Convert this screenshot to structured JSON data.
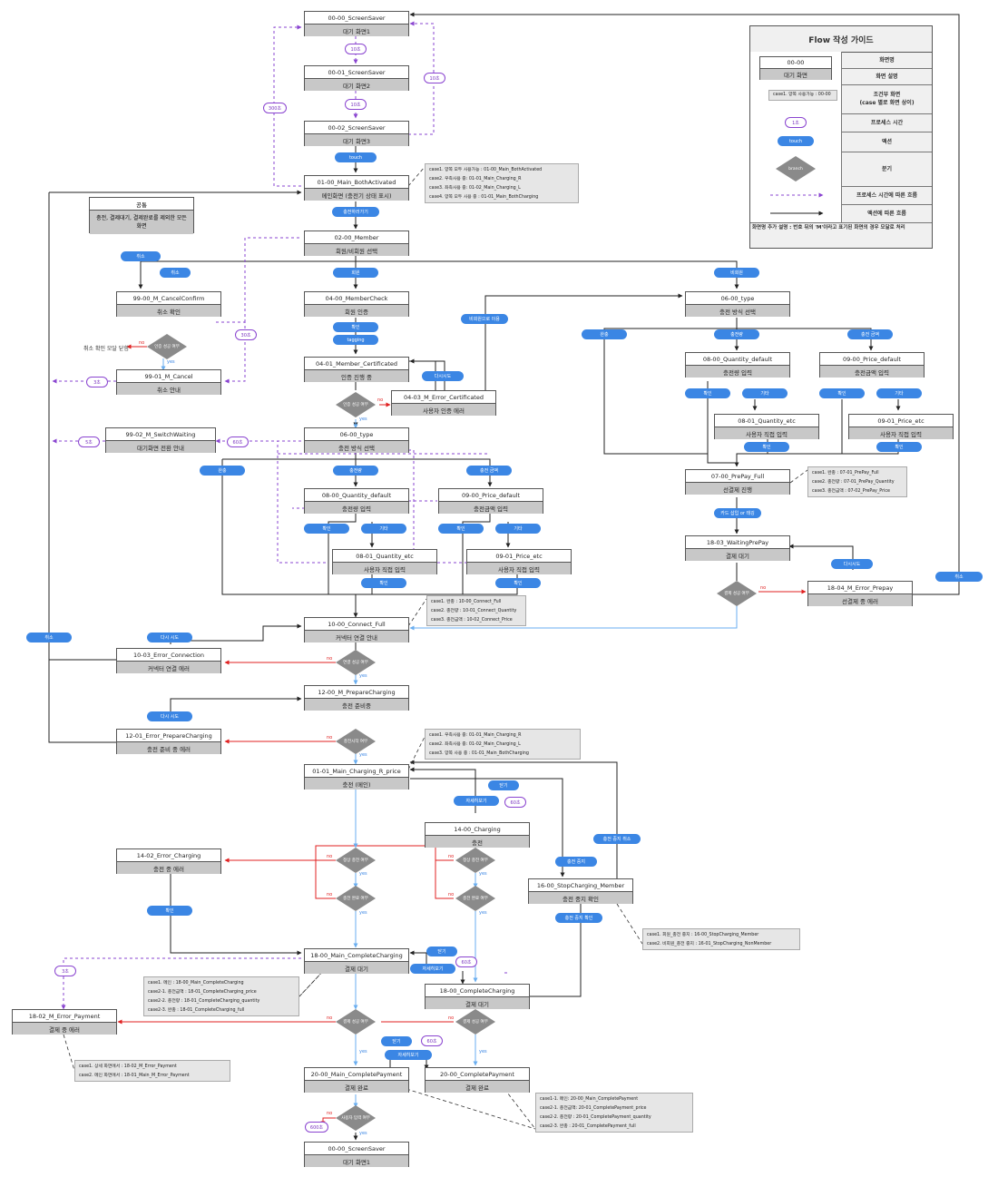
{
  "nodes": [
    {
      "id": "n_ss0",
      "code": "00-00_ScreenSaver",
      "desc": "대기 화면1"
    },
    {
      "id": "n_ss1",
      "code": "00-01_ScreenSaver",
      "desc": "대기 화면2"
    },
    {
      "id": "n_ss2",
      "code": "00-02_ScreenSaver",
      "desc": "대기 화면3"
    },
    {
      "id": "n_main",
      "code": "01-00_Main_BothActivated",
      "desc": "메인화면 (충전기 상태 표시)"
    },
    {
      "id": "n_member",
      "code": "02-00_Member",
      "desc": "회원/비회원 선택"
    },
    {
      "id": "n_cancelconfirm",
      "code": "99-00_M_CancelConfirm",
      "desc": "취소 확인"
    },
    {
      "id": "n_membercheck",
      "code": "04-00_MemberCheck",
      "desc": "회원 인증"
    },
    {
      "id": "n_type_nm",
      "code": "06-00_type",
      "desc": "충전 방식 선택"
    },
    {
      "id": "n_cancel",
      "code": "99-01_M_Cancel",
      "desc": "취소 안내"
    },
    {
      "id": "n_cert",
      "code": "04-01_Member_Certificated",
      "desc": "인증 진행 중"
    },
    {
      "id": "n_certerr",
      "code": "04-03_M_Error_Certificated",
      "desc": "사용자 인증 에러"
    },
    {
      "id": "n_qty_nm",
      "code": "08-00_Quantity_default",
      "desc": "충전량 입력"
    },
    {
      "id": "n_price_nm",
      "code": "09-00_Price_default",
      "desc": "충전금액 입력"
    },
    {
      "id": "n_qtyetc_nm",
      "code": "08-01_Quantity_etc",
      "desc": "사용자 직접 입력"
    },
    {
      "id": "n_priceetc_nm",
      "code": "09-01_Price_etc",
      "desc": "사용자 직접 입력"
    },
    {
      "id": "n_switch",
      "code": "99-02_M_SwitchWaiting",
      "desc": "대기화면 전환 안내"
    },
    {
      "id": "n_type_m",
      "code": "06-00_type",
      "desc": "충전 방식 선택"
    },
    {
      "id": "n_prepay",
      "code": "07-00_PrePay_Full",
      "desc": "선결제 진행"
    },
    {
      "id": "n_qty_m",
      "code": "08-00_Quantity_default",
      "desc": "충전량 입력"
    },
    {
      "id": "n_price_m",
      "code": "09-00_Price_default",
      "desc": "충전금액 입력"
    },
    {
      "id": "n_qtyetc_m",
      "code": "08-01_Quantity_etc",
      "desc": "사용자 직접 입력"
    },
    {
      "id": "n_priceetc_m",
      "code": "09-01_Price_etc",
      "desc": "사용자 직접 입력"
    },
    {
      "id": "n_waitprepay",
      "code": "18-03_WaitingPrePay",
      "desc": "결제 대기"
    },
    {
      "id": "n_prepayerr",
      "code": "18-04_M_Error_Prepay",
      "desc": "선결제 중 에러"
    },
    {
      "id": "n_connect",
      "code": "10-00_Connect_Full",
      "desc": "커넥터 연결 안내"
    },
    {
      "id": "n_connerr",
      "code": "10-03_Error_Connection",
      "desc": "커넥터 연결 에러"
    },
    {
      "id": "n_prepare",
      "code": "12-00_M_PrepareCharging",
      "desc": "충전 준비중"
    },
    {
      "id": "n_prepareerr",
      "code": "12-01_Error_PrepareCharging",
      "desc": "충전 준비 중 에러"
    },
    {
      "id": "n_mcharging",
      "code": "01-01_Main_Charging_R_price",
      "desc": "충전 (메인)"
    },
    {
      "id": "n_charging",
      "code": "14-00_Charging",
      "desc": "충전"
    },
    {
      "id": "n_chargeerr",
      "code": "14-02_Error_Charging",
      "desc": "충전 중 에러"
    },
    {
      "id": "n_stop",
      "code": "16-00_StopCharging_Member",
      "desc": "충전 중지 확인"
    },
    {
      "id": "n_mcomplete",
      "code": "18-00_Main_CompleteCharging",
      "desc": "결제 대기"
    },
    {
      "id": "n_complete",
      "code": "18-00_CompleteCharging",
      "desc": "결제 대기"
    },
    {
      "id": "n_payerr",
      "code": "18-02_M_Error_Payment",
      "desc": "결제 중 에러"
    },
    {
      "id": "n_mpaid",
      "code": "20-00_Main_CompletePayment",
      "desc": "결제 완료"
    },
    {
      "id": "n_paid",
      "code": "20-00_CompletePayment",
      "desc": "결제 완료"
    },
    {
      "id": "n_ss_end",
      "code": "00-00_ScreenSaver",
      "desc": "대기 화면1"
    }
  ],
  "cancel_box": {
    "title": "공통",
    "desc": "충전, 결제대기, 결제완료를 제외한 모든 화면"
  },
  "pills": [
    {
      "id": "p_touch",
      "text": "touch"
    },
    {
      "id": "p_charge_start",
      "text": "충전하러가기"
    },
    {
      "id": "p_cancel1",
      "text": "취소"
    },
    {
      "id": "p_cancel2",
      "text": "취소"
    },
    {
      "id": "p_member",
      "text": "회원"
    },
    {
      "id": "p_nonmember",
      "text": "비회원"
    },
    {
      "id": "p_confirm1",
      "text": "확인"
    },
    {
      "id": "p_tagging",
      "text": "tagging"
    },
    {
      "id": "p_retry1",
      "text": "다시시도"
    },
    {
      "id": "p_nonmember_use",
      "text": "비회원으로 이용"
    },
    {
      "id": "p_full1",
      "text": "완충"
    },
    {
      "id": "p_qty1",
      "text": "충전량"
    },
    {
      "id": "p_price1",
      "text": "충전 금액"
    },
    {
      "id": "p_ok_a",
      "text": "확인"
    },
    {
      "id": "p_etc_a",
      "text": "기타"
    },
    {
      "id": "p_ok_b",
      "text": "확인"
    },
    {
      "id": "p_etc_b",
      "text": "기타"
    },
    {
      "id": "p_ok_c",
      "text": "확인"
    },
    {
      "id": "p_ok_d",
      "text": "확인"
    },
    {
      "id": "p_card",
      "text": "카드 삽입 or 태깅"
    },
    {
      "id": "p_retry2",
      "text": "다시시도"
    },
    {
      "id": "p_cancel3",
      "text": "취소"
    },
    {
      "id": "p_full2",
      "text": "완충"
    },
    {
      "id": "p_qty2",
      "text": "충전량"
    },
    {
      "id": "p_price2",
      "text": "충전 금액"
    },
    {
      "id": "p_ok_e",
      "text": "확인"
    },
    {
      "id": "p_etc_e",
      "text": "기타"
    },
    {
      "id": "p_ok_f",
      "text": "확인"
    },
    {
      "id": "p_etc_f",
      "text": "기타"
    },
    {
      "id": "p_ok_g",
      "text": "확인"
    },
    {
      "id": "p_ok_h",
      "text": "확인"
    },
    {
      "id": "p_cancel4",
      "text": "취소"
    },
    {
      "id": "p_retry3",
      "text": "다시 시도"
    },
    {
      "id": "p_retry4",
      "text": "다시 시도"
    },
    {
      "id": "p_detail1",
      "text": "자세히보기"
    },
    {
      "id": "p_close1",
      "text": "닫기"
    },
    {
      "id": "p_stopcancel",
      "text": "충전 중지 취소"
    },
    {
      "id": "p_stop",
      "text": "충전 중지"
    },
    {
      "id": "p_stopconfirm",
      "text": "충전 중지 확인"
    },
    {
      "id": "p_ok_err",
      "text": "확인"
    },
    {
      "id": "p_close2",
      "text": "닫기"
    },
    {
      "id": "p_detail2",
      "text": "자세히보기"
    },
    {
      "id": "p_close3",
      "text": "닫기"
    },
    {
      "id": "p_detail3",
      "text": "자세히보기"
    }
  ],
  "times": [
    {
      "id": "t_10a",
      "text": "10초"
    },
    {
      "id": "t_10b",
      "text": "10초"
    },
    {
      "id": "t_10c",
      "text": "10초"
    },
    {
      "id": "t_300",
      "text": "300초"
    },
    {
      "id": "t_30",
      "text": "30초"
    },
    {
      "id": "t_3a",
      "text": "3초"
    },
    {
      "id": "t_5",
      "text": "5초"
    },
    {
      "id": "t_60a",
      "text": "60초"
    },
    {
      "id": "t_60b",
      "text": "60초"
    },
    {
      "id": "t_60c",
      "text": "60초"
    },
    {
      "id": "t_3b",
      "text": "3초"
    },
    {
      "id": "t_60d",
      "text": "60초"
    },
    {
      "id": "t_600",
      "text": "600초"
    }
  ],
  "diamonds": [
    {
      "id": "d_cancel",
      "text": "인증 성공 여부"
    },
    {
      "id": "d_cert",
      "text": "인증 성공 여부"
    },
    {
      "id": "d_prepay",
      "text": "결제 성공 여부"
    },
    {
      "id": "d_conn",
      "text": "연결 성공 여부"
    },
    {
      "id": "d_prepare",
      "text": "충전시작 여부"
    },
    {
      "id": "d_err1",
      "text": "정상 충전 여부"
    },
    {
      "id": "d_err2",
      "text": "정상 충전 여부"
    },
    {
      "id": "d_done1",
      "text": "충전 완료 여부"
    },
    {
      "id": "d_done2",
      "text": "충전 완료 여부"
    },
    {
      "id": "d_pay1",
      "text": "결제 성공 여부"
    },
    {
      "id": "d_pay2",
      "text": "결제 성공 여부"
    },
    {
      "id": "d_end",
      "text": "사용자 입력 여부"
    }
  ],
  "yes_label": "yes",
  "no_label": "no",
  "cancel_modal_text": "취소 확인 모달 닫힘",
  "notes": [
    {
      "id": "note_main",
      "lines": [
        "case1. 양쪽 모두 사용가능 : 01-00_Main_BothActivated",
        "case2. 우측사용 중: 01-01_Main_Charging_R",
        "case3. 좌측사용 중: 01-02_Main_Charging_L",
        "case4. 양쪽 모두 사용 중 : 01-01_Main_BothCharging"
      ]
    },
    {
      "id": "note_prepay",
      "lines": [
        "case1. 완충 : 07-01_PrePay_Full",
        "case2. 충전량 : 07-01_PrePay_Quantity",
        "case3. 충전금액 : 07-02_PrePay_Price"
      ]
    },
    {
      "id": "note_connect",
      "lines": [
        "case1. 완충 : 10-00_Connect_Full",
        "case2. 충전량 : 10-01_Connect_Quantity",
        "case3. 충전금액 : 10-02_Connect_Price"
      ]
    },
    {
      "id": "note_charging",
      "lines": [
        "case1. 우측사용 중: 01-01_Main_Charging_R",
        "case2. 좌측사용 중: 01-02_Main_Charging_L",
        "case3. 양쪽 사용 중 : 01-01_Main_BothCharging"
      ]
    },
    {
      "id": "note_stop",
      "lines": [
        "case1. 회원_충전 중지 : 16-00_StopCharging_Member",
        "case2. 비회원_충전 중지 : 16-01_StopCharging_NonMember"
      ]
    },
    {
      "id": "note_complete",
      "lines": [
        "case1. 메인 : 18-00_Main_CompleteCharging",
        "case2-1. 충전금액 : 18-01_CompleteCharging_price",
        "case2-2. 충전량 : 18-01_CompleteCharging_quantity",
        "case2-3. 완충 : 18-01_CompleteCharging_full"
      ]
    },
    {
      "id": "note_payerr",
      "lines": [
        "case1. 상세 화면에서 : 18-02_M_Error_Payment",
        "case2. 메인 화면에서 : 18-01_Main_M_Error_Payment"
      ]
    },
    {
      "id": "note_paid",
      "lines": [
        "case1-1. 메인: 20-00_Main_CompletePayment",
        "case2-1. 충전금액: 20-01_CompletePayment_price",
        "case2-2. 충전량 : 20-01_CompletePayment_quantity",
        "case2-3. 완충 : 20-01_CompletePayment_full"
      ]
    }
  ],
  "legend": {
    "title": "Flow 작성 가이드",
    "sample_code": "00-00",
    "sample_desc": "대기 화면",
    "row_screen_name": "화면명",
    "row_screen_desc": "화면 설명",
    "sample_case": "case1. 양쪽 사용가능 : 00-00",
    "row_conditional": "조건부 화면\n(case 별로 화면 상이)",
    "sample_time": "1초",
    "row_time": "프로세스 시간",
    "sample_action": "touch",
    "row_action": "액션",
    "sample_branch": "branch",
    "row_branch": "분기",
    "row_process_flow": "프로세스 시간에 따른 흐름",
    "row_action_flow": "액션에 따른 흐름",
    "footer": "화면명 추가 설명 : 번호 뒤의 'M'이라고 표기된 화면의 경우 모달로 처리"
  },
  "colors": {
    "accent": "#3b86e4",
    "time": "#8a44d0",
    "no": "#e02020",
    "yes": "#3b86e4",
    "desc_bg": "#c8c8c8",
    "diamond": "#8a8a8a"
  }
}
